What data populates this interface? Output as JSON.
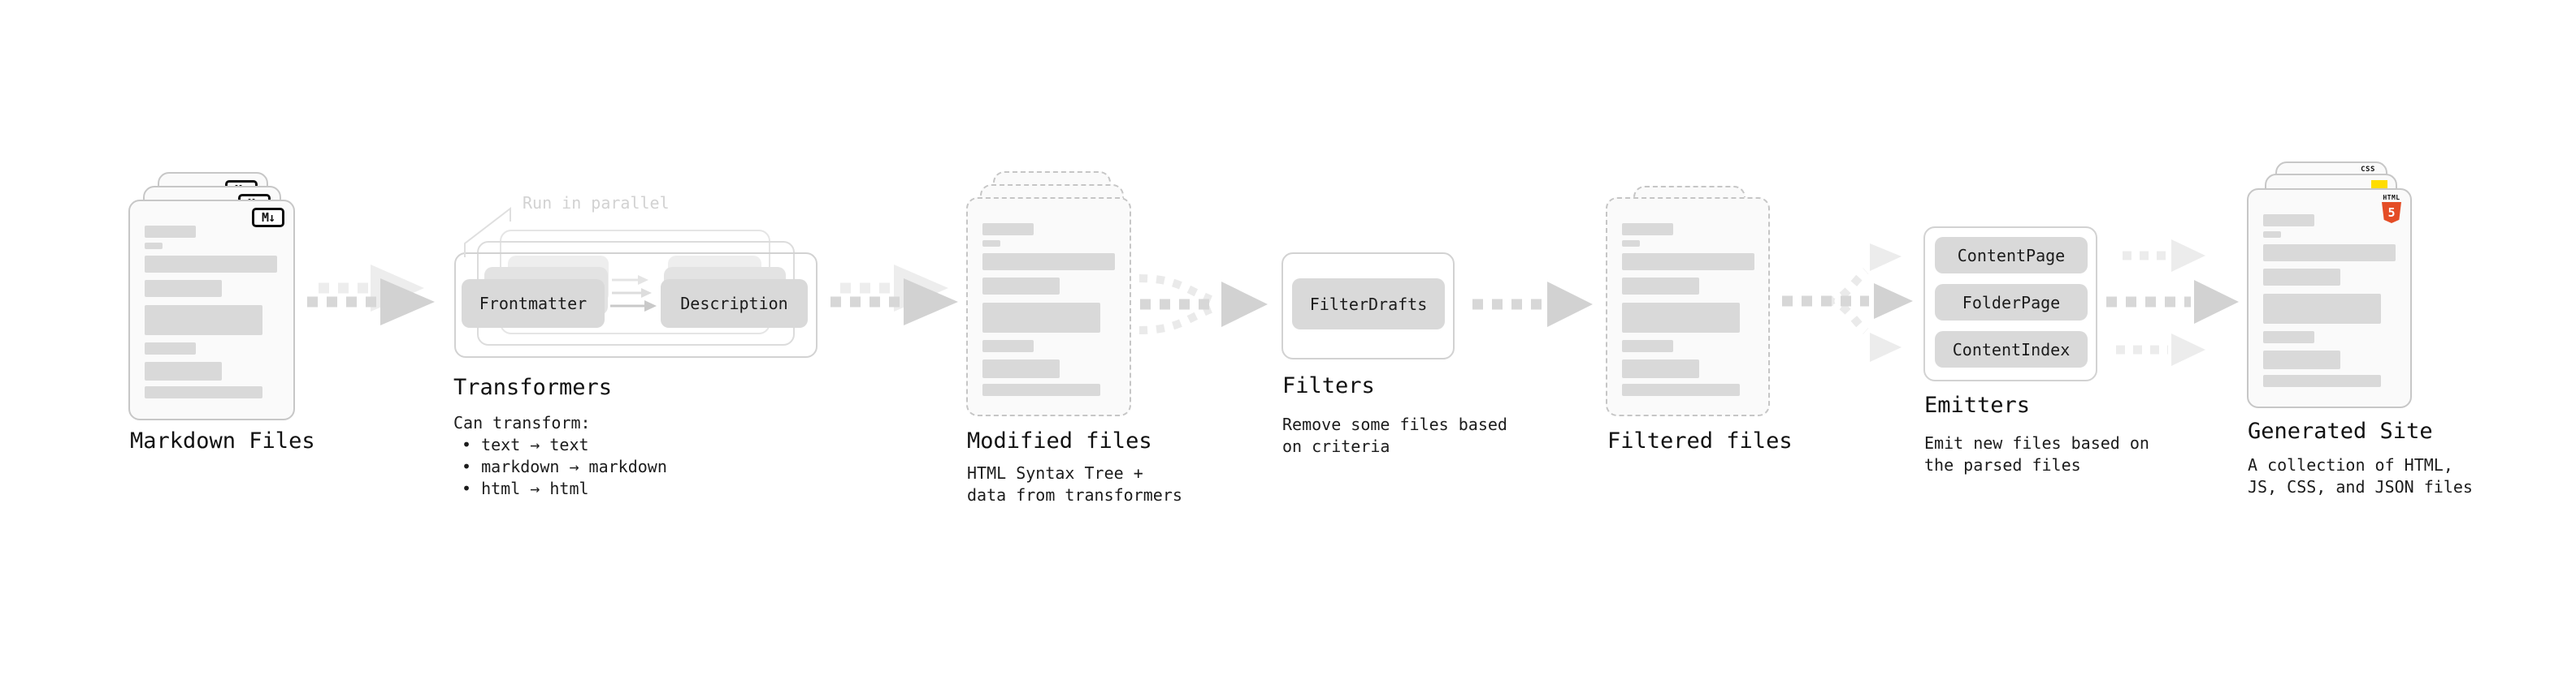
{
  "stages": {
    "markdown": {
      "label": "Markdown Files",
      "badge": "M↓"
    },
    "transformers": {
      "label": "Transformers",
      "parallel_note": "Run in parallel",
      "input_button": "Frontmatter",
      "output_button": "Description",
      "note_title": "Can transform:",
      "bullets": [
        "• text → text",
        "• markdown → markdown",
        "• html → html"
      ]
    },
    "modified": {
      "label": "Modified files",
      "note": [
        "HTML Syntax Tree +",
        "data from transformers"
      ]
    },
    "filters": {
      "label": "Filters",
      "button": "FilterDrafts",
      "note": [
        "Remove some files based",
        "on criteria"
      ]
    },
    "filtered": {
      "label": "Filtered files"
    },
    "emitters": {
      "label": "Emitters",
      "buttons": [
        "ContentPage",
        "FolderPage",
        "ContentIndex"
      ],
      "note": [
        "Emit new files based on",
        "the parsed files"
      ]
    },
    "generated": {
      "label": "Generated Site",
      "note": [
        "A collection of HTML,",
        "JS, CSS, and JSON files"
      ],
      "css_icon": "CSS",
      "html_icon_text": "HTML",
      "html_icon_number": "5"
    }
  },
  "colors": {
    "html5_orange": "#e44d26",
    "js_yellow": "#ffdd00",
    "css_blue": "#2b6bdd",
    "skeleton_gray": "#d9d9d9",
    "muted_gray": "#d2d2d2"
  }
}
